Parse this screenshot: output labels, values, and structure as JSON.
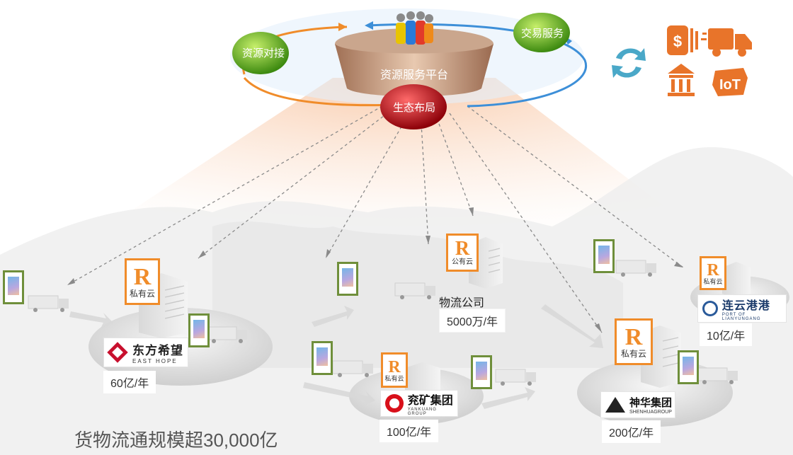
{
  "hub": {
    "platform": "资源服务平台",
    "resource_docking": "资源对接",
    "trade_service": "交易服务",
    "ecosystem": "生态布局"
  },
  "cloud_private": "私有云",
  "cloud_public": "公有云",
  "nodes": {
    "easthope": {
      "name_cn": "东方希望",
      "name_en": "EAST HOPE",
      "volume": "60亿/年"
    },
    "yankuang": {
      "name_cn": "兖矿集团",
      "name_en": "YANKUANG GROUP",
      "volume": "100亿/年"
    },
    "logistics": {
      "name": "物流公司",
      "volume": "5000万/年"
    },
    "shenhua": {
      "name_cn": "神华集团",
      "name_en": "SHENHUAGROUP",
      "volume": "200亿/年"
    },
    "lianyungang": {
      "name_cn": "连云港港",
      "name_en": "PORT OF LIANYUNGANG",
      "volume": "10亿/年"
    }
  },
  "summary": "货物流通规模超30,000亿",
  "icons": [
    "refresh-arrows-icon",
    "dollar-icon",
    "truck-icon",
    "bank-icon",
    "iot-icon"
  ],
  "colors": {
    "orange": "#f08c2a",
    "green": "#6f8f3b",
    "blue": "#3d8fd8",
    "red": "#c0101a"
  }
}
